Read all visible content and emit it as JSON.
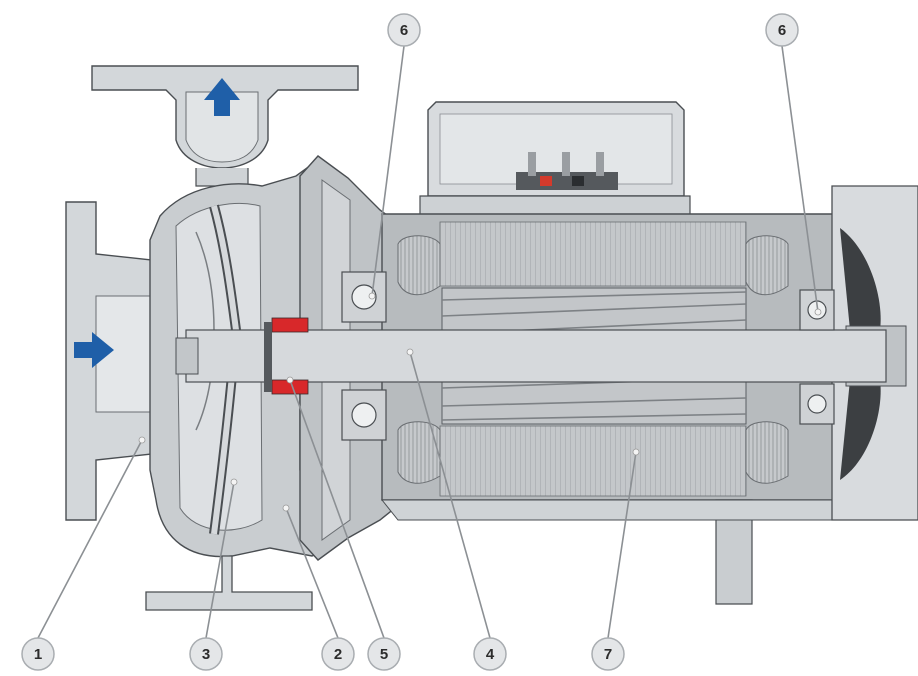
{
  "diagram": {
    "callouts": [
      {
        "id": "c1",
        "label": "1"
      },
      {
        "id": "c3",
        "label": "3"
      },
      {
        "id": "c2",
        "label": "2"
      },
      {
        "id": "c5",
        "label": "5"
      },
      {
        "id": "c4",
        "label": "4"
      },
      {
        "id": "c7",
        "label": "7"
      },
      {
        "id": "c6a",
        "label": "6"
      },
      {
        "id": "c6b",
        "label": "6"
      }
    ],
    "colors": {
      "housing": "#cfd3d6",
      "housing_dark": "#a8adb1",
      "outline": "#4a4e52",
      "motor_core": "#b9bcbf",
      "flow_arrow": "#1f5fa8",
      "seal": "#d8282a",
      "fan": "#3c3f42"
    },
    "icons": [
      "flow-arrow-up-icon",
      "flow-arrow-right-icon"
    ]
  }
}
